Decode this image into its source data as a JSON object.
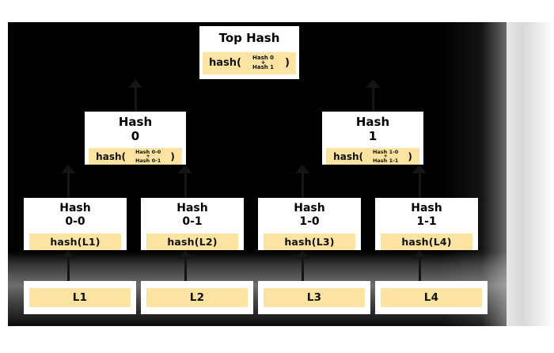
{
  "diagram": {
    "name": "merkle-hash-tree",
    "background_color": "#000000",
    "page_background": "#ffffff",
    "accent_color": "#fbe3a2",
    "node_color": "#ffffff",
    "text_color": "#000000"
  },
  "top_hash": {
    "title": "Top Hash",
    "open": "hash(",
    "arg_line1": "Hash 0",
    "plus": "+",
    "arg_line2": "Hash 1",
    "close": ")"
  },
  "level1": [
    {
      "title": "Hash\n0",
      "open": "hash(",
      "arg_line1": "Hash 0-0",
      "plus": "+",
      "arg_line2": "Hash 0-1",
      "close": ")"
    },
    {
      "title": "Hash\n1",
      "open": "hash(",
      "arg_line1": "Hash 1-0",
      "plus": "+",
      "arg_line2": "Hash 1-1",
      "close": ")"
    }
  ],
  "leaf_hashes": [
    {
      "title": "Hash\n0-0",
      "value": "hash(L1)"
    },
    {
      "title": "Hash\n0-1",
      "value": "hash(L2)"
    },
    {
      "title": "Hash\n1-0",
      "value": "hash(L3)"
    },
    {
      "title": "Hash\n1-1",
      "value": "hash(L4)"
    }
  ],
  "data_blocks": [
    {
      "label": "L1"
    },
    {
      "label": "L2"
    },
    {
      "label": "L3"
    },
    {
      "label": "L4"
    }
  ]
}
